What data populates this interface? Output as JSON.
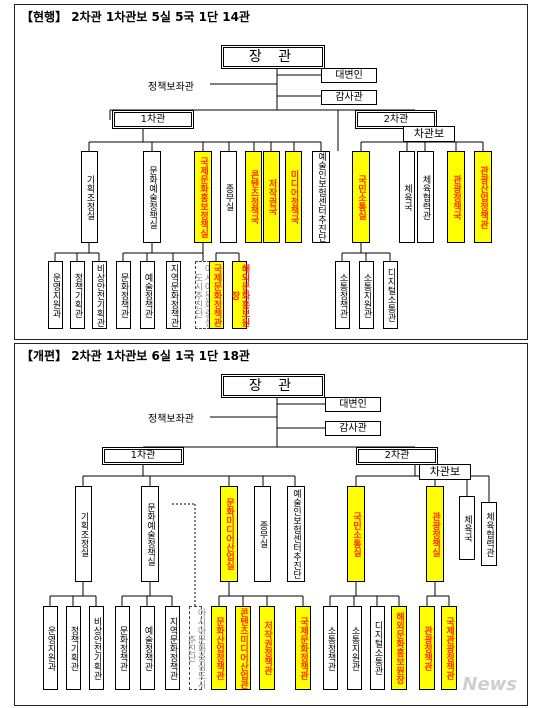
{
  "colors": {
    "highlight": "#ffff00",
    "highlight_text": "#ff2a00",
    "line": "#000000"
  },
  "before": {
    "title": "【현행】 2차관 1차관보 5실 5국 1단 14관",
    "minister": "장 관",
    "policy_aide": "정책보좌관",
    "spokesperson": "대변인",
    "inspector": "감사관",
    "vice1": "1차관",
    "vice2": "2차관",
    "assistant": "차관보",
    "units": [
      "기획조정실",
      "문화예술정책실",
      "국제문화홍보정책실",
      "종무실",
      "콘텐츠정책국",
      "저작권국",
      "미디어정책국",
      "예술인보험센터추진단",
      "국민소통실",
      "체육국",
      "체육협력관",
      "관광정책국",
      "관광산업정책관"
    ],
    "subunits": [
      "운영지원과",
      "정책기획관",
      "비상안전기획관",
      "문화정책관",
      "예술정책관",
      "지역문화정책관",
      "아시아문화중심도시추진단",
      "국제문화정책관",
      "해외문화홍보원장",
      "소통정책관",
      "소통지원관",
      "디지털소통관"
    ]
  },
  "after": {
    "title": "【개편】 2차관 1차관보 6실 1국 1단 18관",
    "minister": "장 관",
    "policy_aide": "정책보좌관",
    "spokesperson": "대변인",
    "inspector": "감사관",
    "vice1": "1차관",
    "vice2": "2차관",
    "assistant": "차관보",
    "units": [
      "기획조정실",
      "문화예술정책실",
      "문화미디어산업실",
      "종무실",
      "예술인보험센터추진단",
      "국민소통실",
      "관광정책실",
      "체육국",
      "체육협력관"
    ],
    "subunits": [
      "운영지원과",
      "정책기획관",
      "비상안전기획관",
      "문화정책관",
      "예술정책관",
      "지역문화정책관",
      "아시아문화중심도시추진단",
      "문화산업정책관",
      "콘텐츠미디어산업관",
      "저작권정책관",
      "국제문화정책관",
      "소통정책관",
      "소통지원관",
      "디지털소통관",
      "해외문화홍보원장",
      "관광정책관",
      "국제관광정책관"
    ]
  },
  "watermark": "News"
}
